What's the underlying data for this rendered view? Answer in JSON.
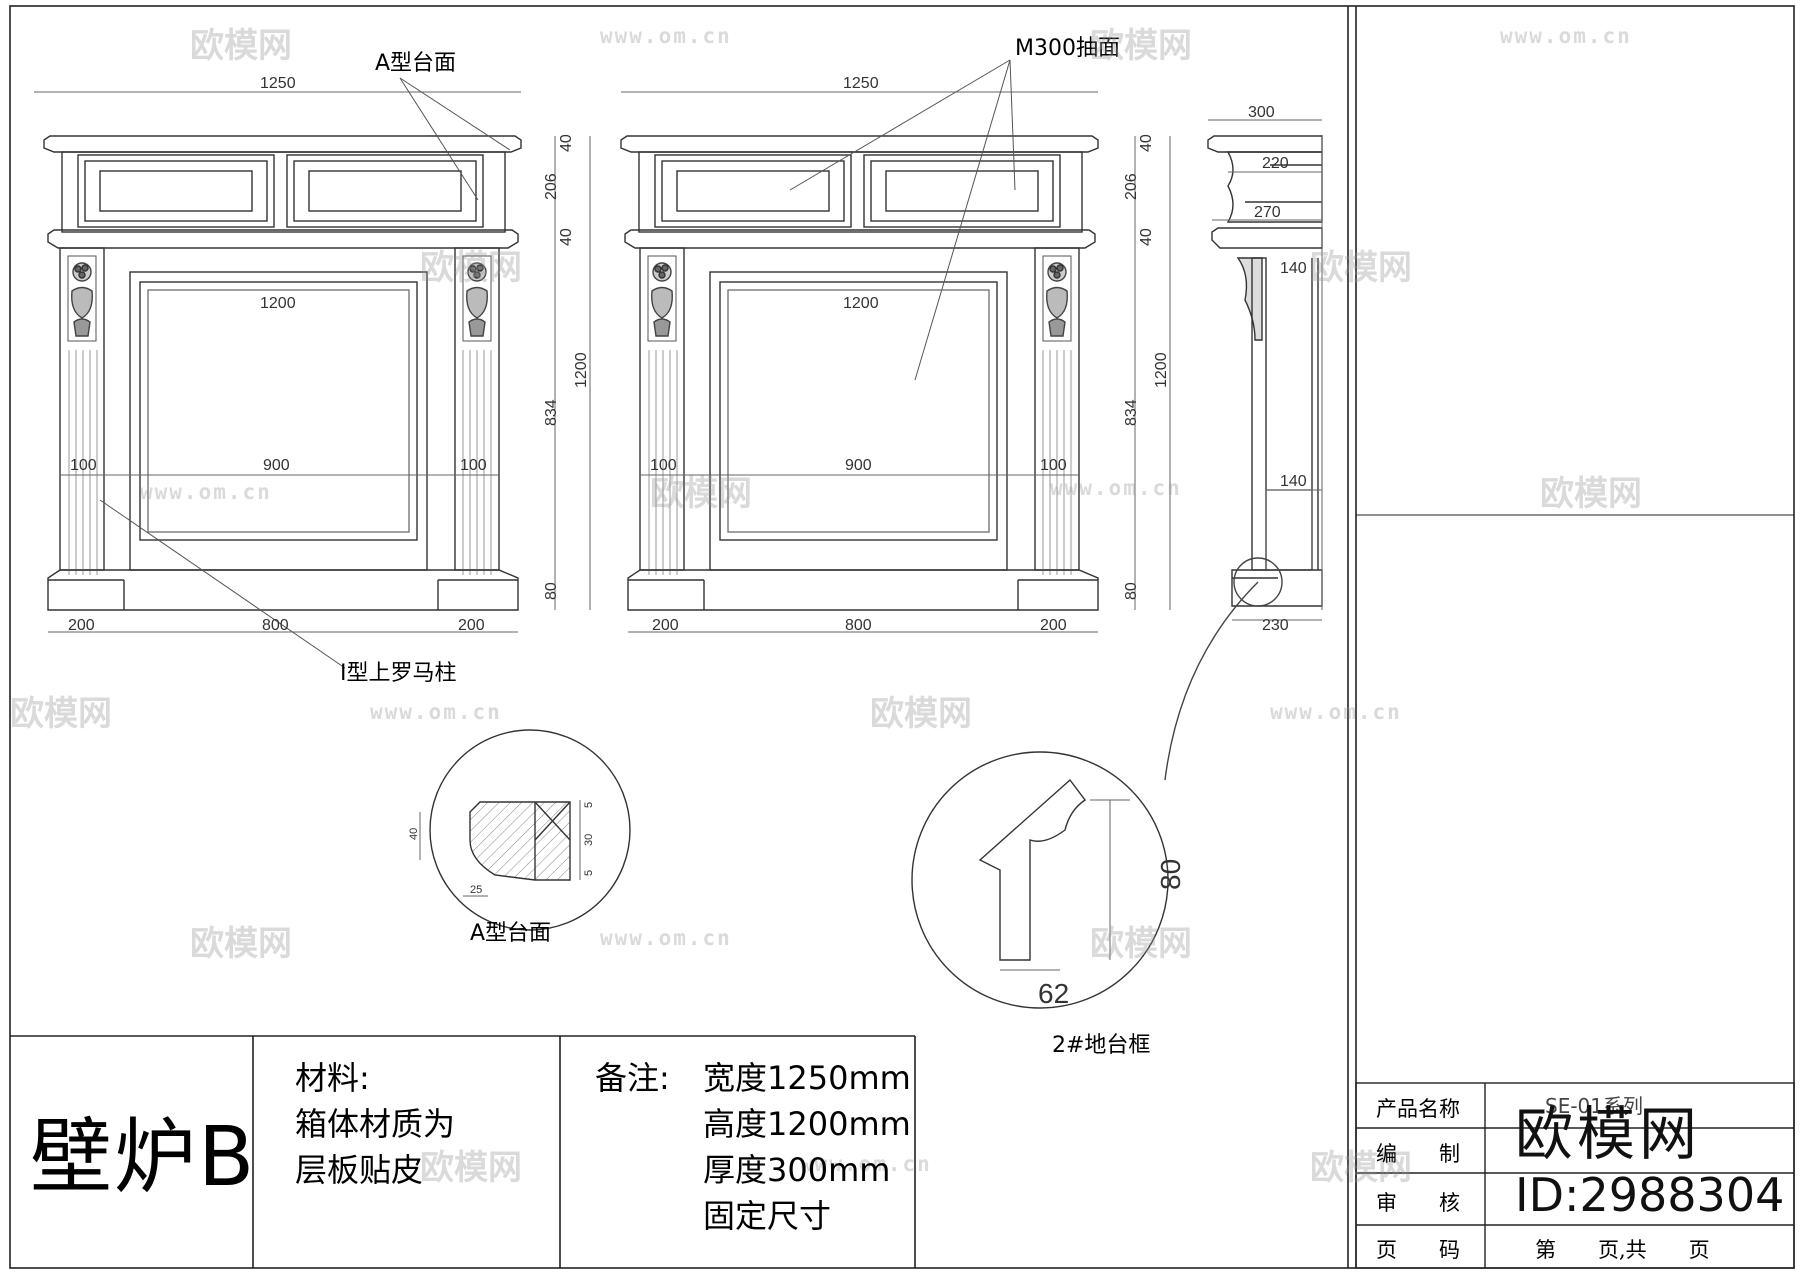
{
  "labels": {
    "top_a": "A型台面",
    "top_m300": "M300抽面",
    "column": "I型上罗马柱",
    "detail_a": "A型台面",
    "detail_base": "2#地台框"
  },
  "dims": {
    "w1250": "1250",
    "w1200": "1200",
    "w900": "900",
    "w100": "100",
    "w200": "200",
    "w800": "800",
    "h40": "40",
    "h206": "206",
    "h1200": "1200",
    "h834": "834",
    "h80": "80",
    "s300": "300",
    "s220": "220",
    "s270": "270",
    "s140": "140",
    "s230": "230",
    "d40": "40",
    "d25": "25",
    "d5": "5",
    "d30": "30",
    "d80": "80",
    "d62": "62"
  },
  "title": "壁炉B",
  "material": {
    "label": "材料:",
    "line1": "箱体材质为",
    "line2": "层板贴皮"
  },
  "notes": {
    "label": "备注:",
    "line1": "宽度1250mm",
    "line2": "高度1200mm",
    "line3": "厚度300mm",
    "line4": "固定尺寸"
  },
  "title_block": {
    "product_name_label": "产品名称",
    "editor_label": "编　　制",
    "reviewer_label": "审　　核",
    "page_label": "页　　码",
    "page_value": "第　　页,共　　页",
    "product_code": "SE-01系列"
  },
  "brand": {
    "logo": "欧模网",
    "id": "ID:2988304"
  },
  "watermark": {
    "text": "欧模网",
    "url": "www.om.cn"
  }
}
